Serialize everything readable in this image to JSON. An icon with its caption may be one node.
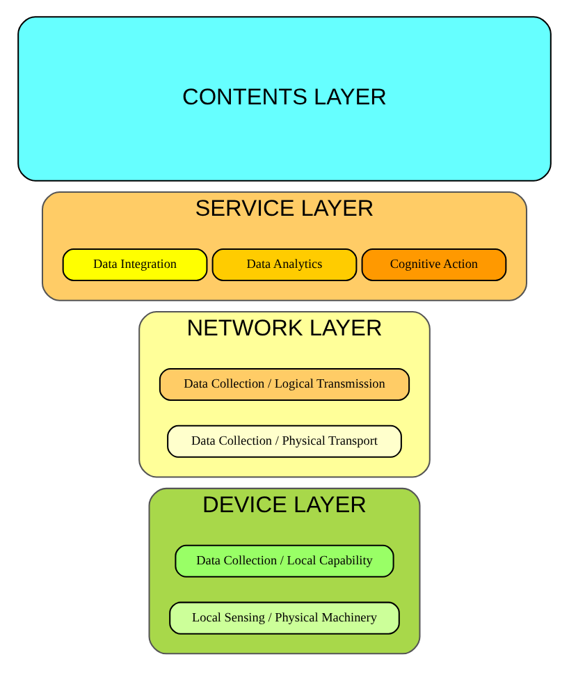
{
  "diagram": {
    "nodes": [
      {
        "text": [
          "CONTENTS LAYER"
        ]
      },
      {
        "text": [
          "SERVICE LAYER"
        ]
      },
      {
        "text": [
          "Data Integration"
        ],
        "in": 1
      },
      {
        "text": [
          "Data Analytics"
        ],
        "in": 1
      },
      {
        "text": [
          "Cognitive Action"
        ],
        "in": 1
      },
      {
        "text": [
          "NETWORK LAYER"
        ]
      },
      {
        "text": [
          "Data Collection / Logical Transmission"
        ],
        "in": 5
      },
      {
        "text": [
          "Data Collection / Physical Transport"
        ],
        "in": 5
      },
      {
        "text": [
          "DEVICE LAYER"
        ]
      },
      {
        "text": [
          "Data Collection / Local Capability"
        ],
        "in": 8
      },
      {
        "text": [
          "Local Sensing / Physical Machinery"
        ],
        "in": 8
      }
    ]
  }
}
